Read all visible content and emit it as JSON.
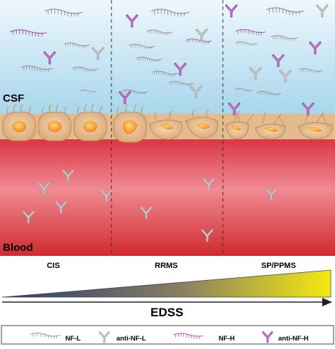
{
  "regions": {
    "top": "CSF",
    "bottom": "Blood"
  },
  "stages": [
    "CIS",
    "RRMS",
    "SP/PPMS"
  ],
  "axis": {
    "label": "EDSS"
  },
  "legend": [
    {
      "icon": "nf-l-fragment-icon",
      "label": "NF-L"
    },
    {
      "icon": "anti-nf-l-antibody-icon",
      "label": "anti-NF-L"
    },
    {
      "icon": "nf-h-fragment-icon",
      "label": "NF-H"
    },
    {
      "icon": "anti-nf-h-antibody-icon",
      "label": "anti-NF-H"
    }
  ],
  "colors": {
    "csf": "#c6e4f2",
    "blood": "#d8303c",
    "cell": "#e2bb8f",
    "nucleus": "#f29a35",
    "nf_l": "#9a9a9a",
    "anti_nf_l": "#a8a8a8",
    "nf_h": "#a24aa0",
    "anti_nf_h": "#9a3fa8",
    "gradient_start": "#2a3a7a",
    "gradient_end": "#f4ea10"
  }
}
